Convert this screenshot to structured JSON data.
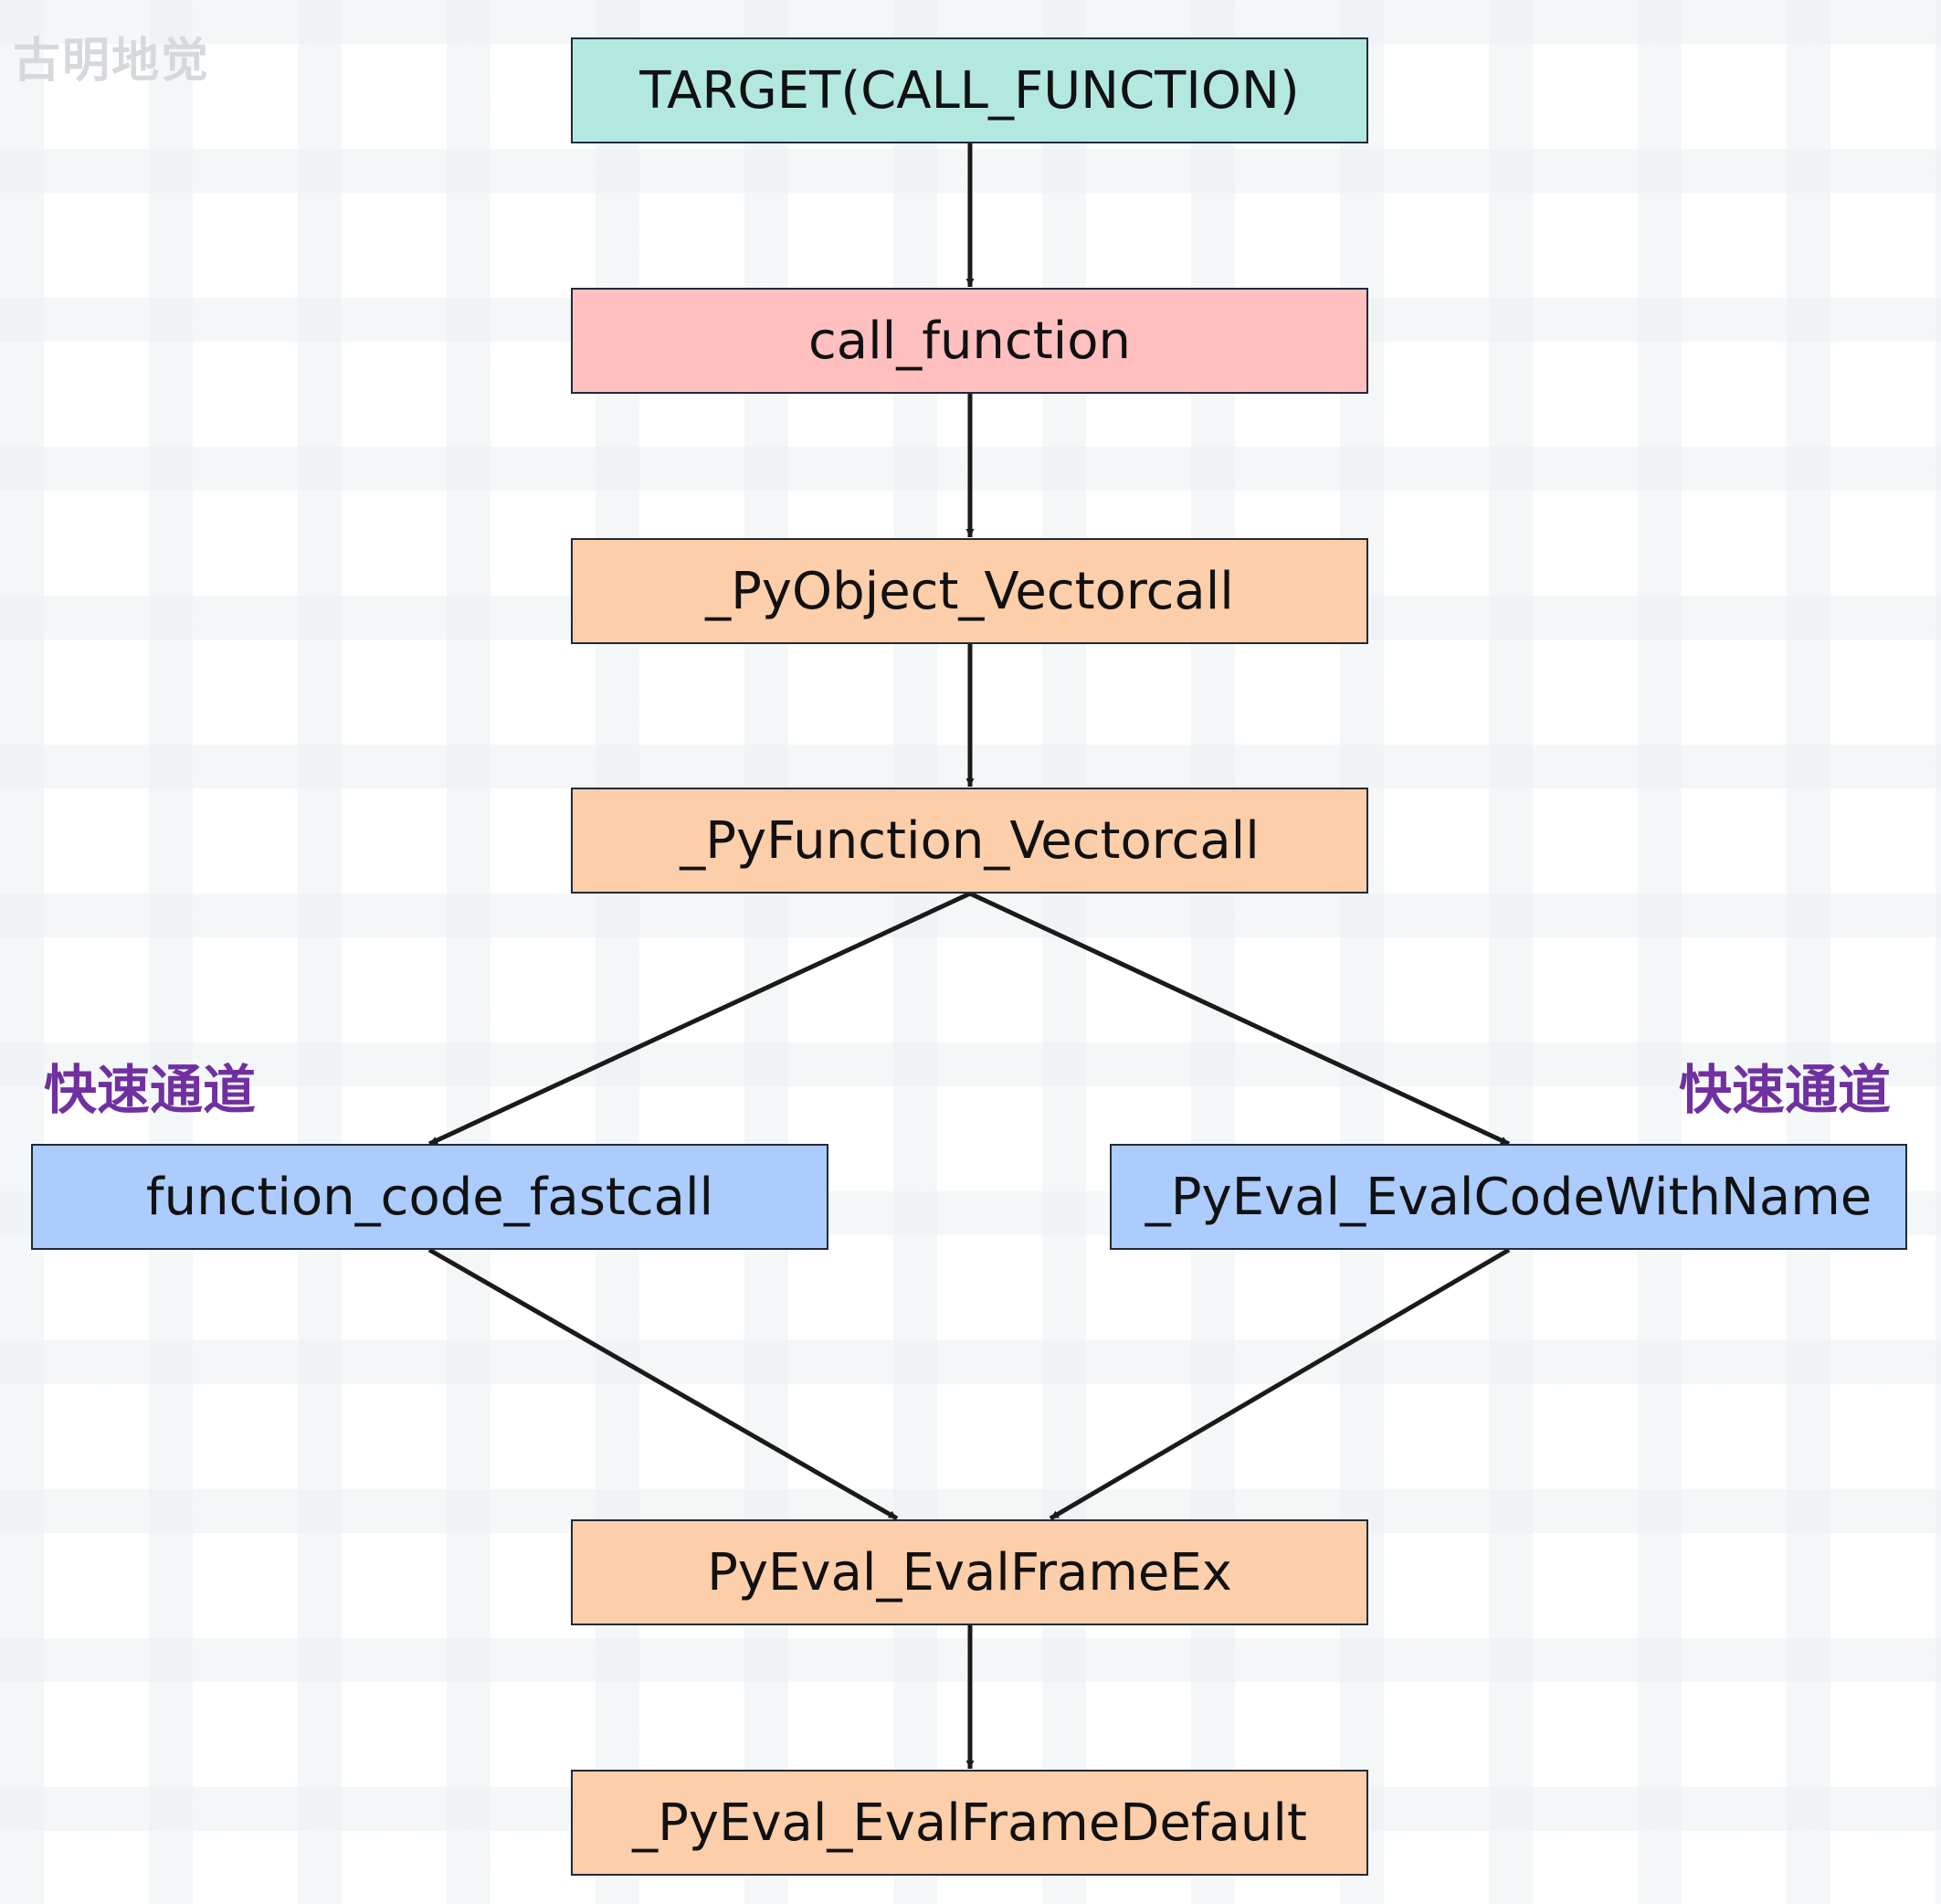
{
  "watermark": "古明地觉",
  "nodes": {
    "target_call_function": "TARGET(CALL_FUNCTION)",
    "call_function": "call_function",
    "pyobject_vectorcall": "_PyObject_Vectorcall",
    "pyfunction_vectorcall": "_PyFunction_Vectorcall",
    "function_code_fastcall": "function_code_fastcall",
    "pyeval_evalcodewithname": "_PyEval_EvalCodeWithName",
    "pyeval_evalframeex": "PyEval_EvalFrameEx",
    "pyeval_evalframedefault": "_PyEval_EvalFrameDefault"
  },
  "annotations": {
    "left_fast_path": "快速通道",
    "right_fast_path": "快速通道"
  },
  "colors": {
    "teal": "#b3e8df",
    "pink": "#ffc0bf",
    "peach": "#fdceaa",
    "blue": "#abccfd",
    "annotation": "#7030a0",
    "edge": "#1a1a1a"
  }
}
